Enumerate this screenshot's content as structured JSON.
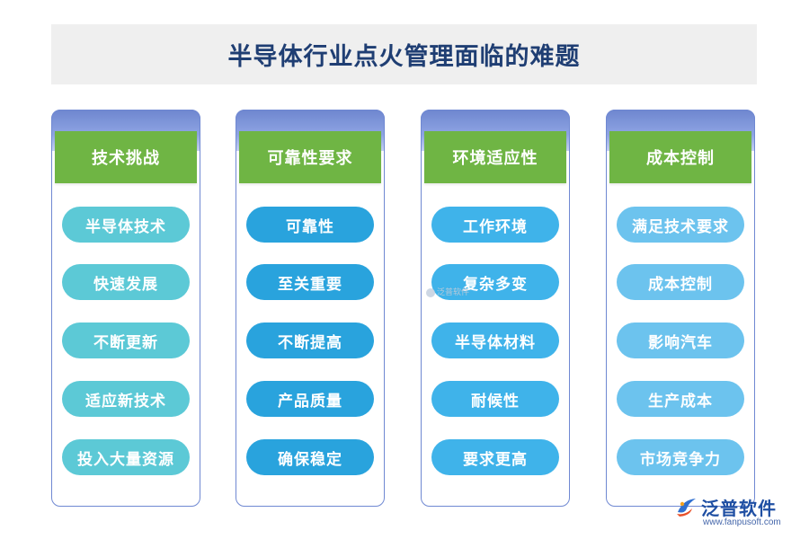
{
  "title": "半导体行业点火管理面临的难题",
  "columns": [
    {
      "header": "技术挑战",
      "items": [
        "半导体技术",
        "快速发展",
        "不断更新",
        "适应新技术",
        "投入大量资源"
      ]
    },
    {
      "header": "可靠性要求",
      "items": [
        "可靠性",
        "至关重要",
        "不断提高",
        "产品质量",
        "确保稳定"
      ]
    },
    {
      "header": "环境适应性",
      "items": [
        "工作环境",
        "复杂多变",
        "半导体材料",
        "耐候性",
        "要求更高"
      ]
    },
    {
      "header": "成本控制",
      "items": [
        "满足技术要求",
        "成本控制",
        "影响汽车",
        "生产成本",
        "市场竞争力"
      ]
    }
  ],
  "watermark": "泛普软件",
  "brand": {
    "name": "泛普软件",
    "url": "www.fanpusoft.com"
  },
  "colors": {
    "title_text": "#1f3e73",
    "header_green": "#6fb544",
    "column_border": "#6f88d2",
    "pill_col1": "#5cc9d6",
    "pill_col2": "#29a3dd",
    "pill_col3": "#3fb3ea",
    "pill_col4": "#6cc3ee"
  }
}
